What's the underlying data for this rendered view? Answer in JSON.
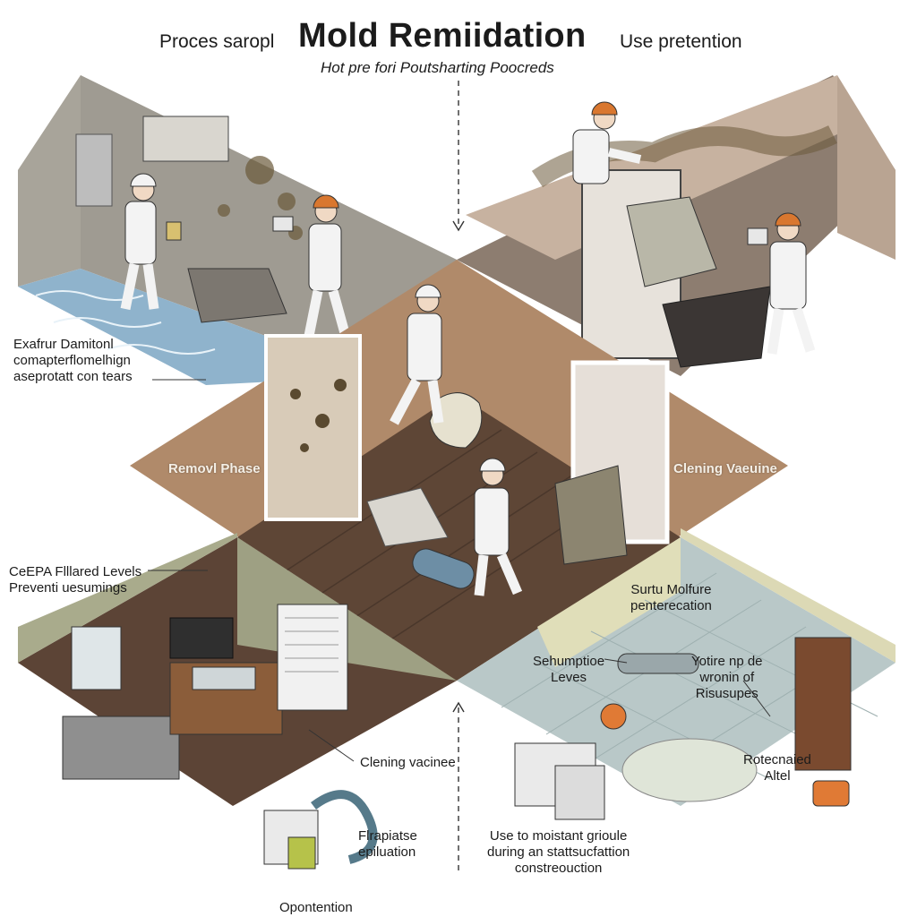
{
  "header": {
    "left_text": "Proces saropl",
    "title": "Mold Remiidation",
    "right_text": "Use pretentio­n",
    "subtitle": "Hot pre fori Poutsharting Poocreds"
  },
  "labels": {
    "top_left": "Exafrur Damitonl\ncomapterflomelhign\naseprotatt con tears",
    "center_left": "Removl Phase",
    "center_right": "Clening Vaeuine",
    "mid_left": "CeEPA Flllared Levels\nPreventi uesumings",
    "bottom_right_top": "Surtu Molfure\npenterecation",
    "bottom_right_a": "Sehumptioe\nLeves",
    "bottom_right_b": "Yotire np de\nwronin of\nRisusupes",
    "bottom_right_c": "Rotecnaied\nAltel",
    "bottom_left_a": "Clening vacinee",
    "bottom_left_b": "Flrapiatse\nepiluation",
    "bottom_center": "Use to moistant grioule\nduring an stattsucfattion\nconstreouction",
    "bottom_caption": "Opontention"
  },
  "colors": {
    "water": "#8fb3cc",
    "mold": "#6b5a3a",
    "wall_tan": "#b08a6a",
    "floor_wood": "#5e4636",
    "wall_green": "#a9ab8c",
    "tile": "#b9c8c8",
    "suit": "#f3f3f3",
    "helmet": "#d9772f"
  },
  "icons": [
    "worker-icon",
    "helmet-icon",
    "mask-icon",
    "dehumidifier-icon",
    "vacuum-icon",
    "mold-spot-icon",
    "door-icon",
    "desk-icon",
    "sink-icon",
    "bag-icon",
    "tablet-icon"
  ]
}
